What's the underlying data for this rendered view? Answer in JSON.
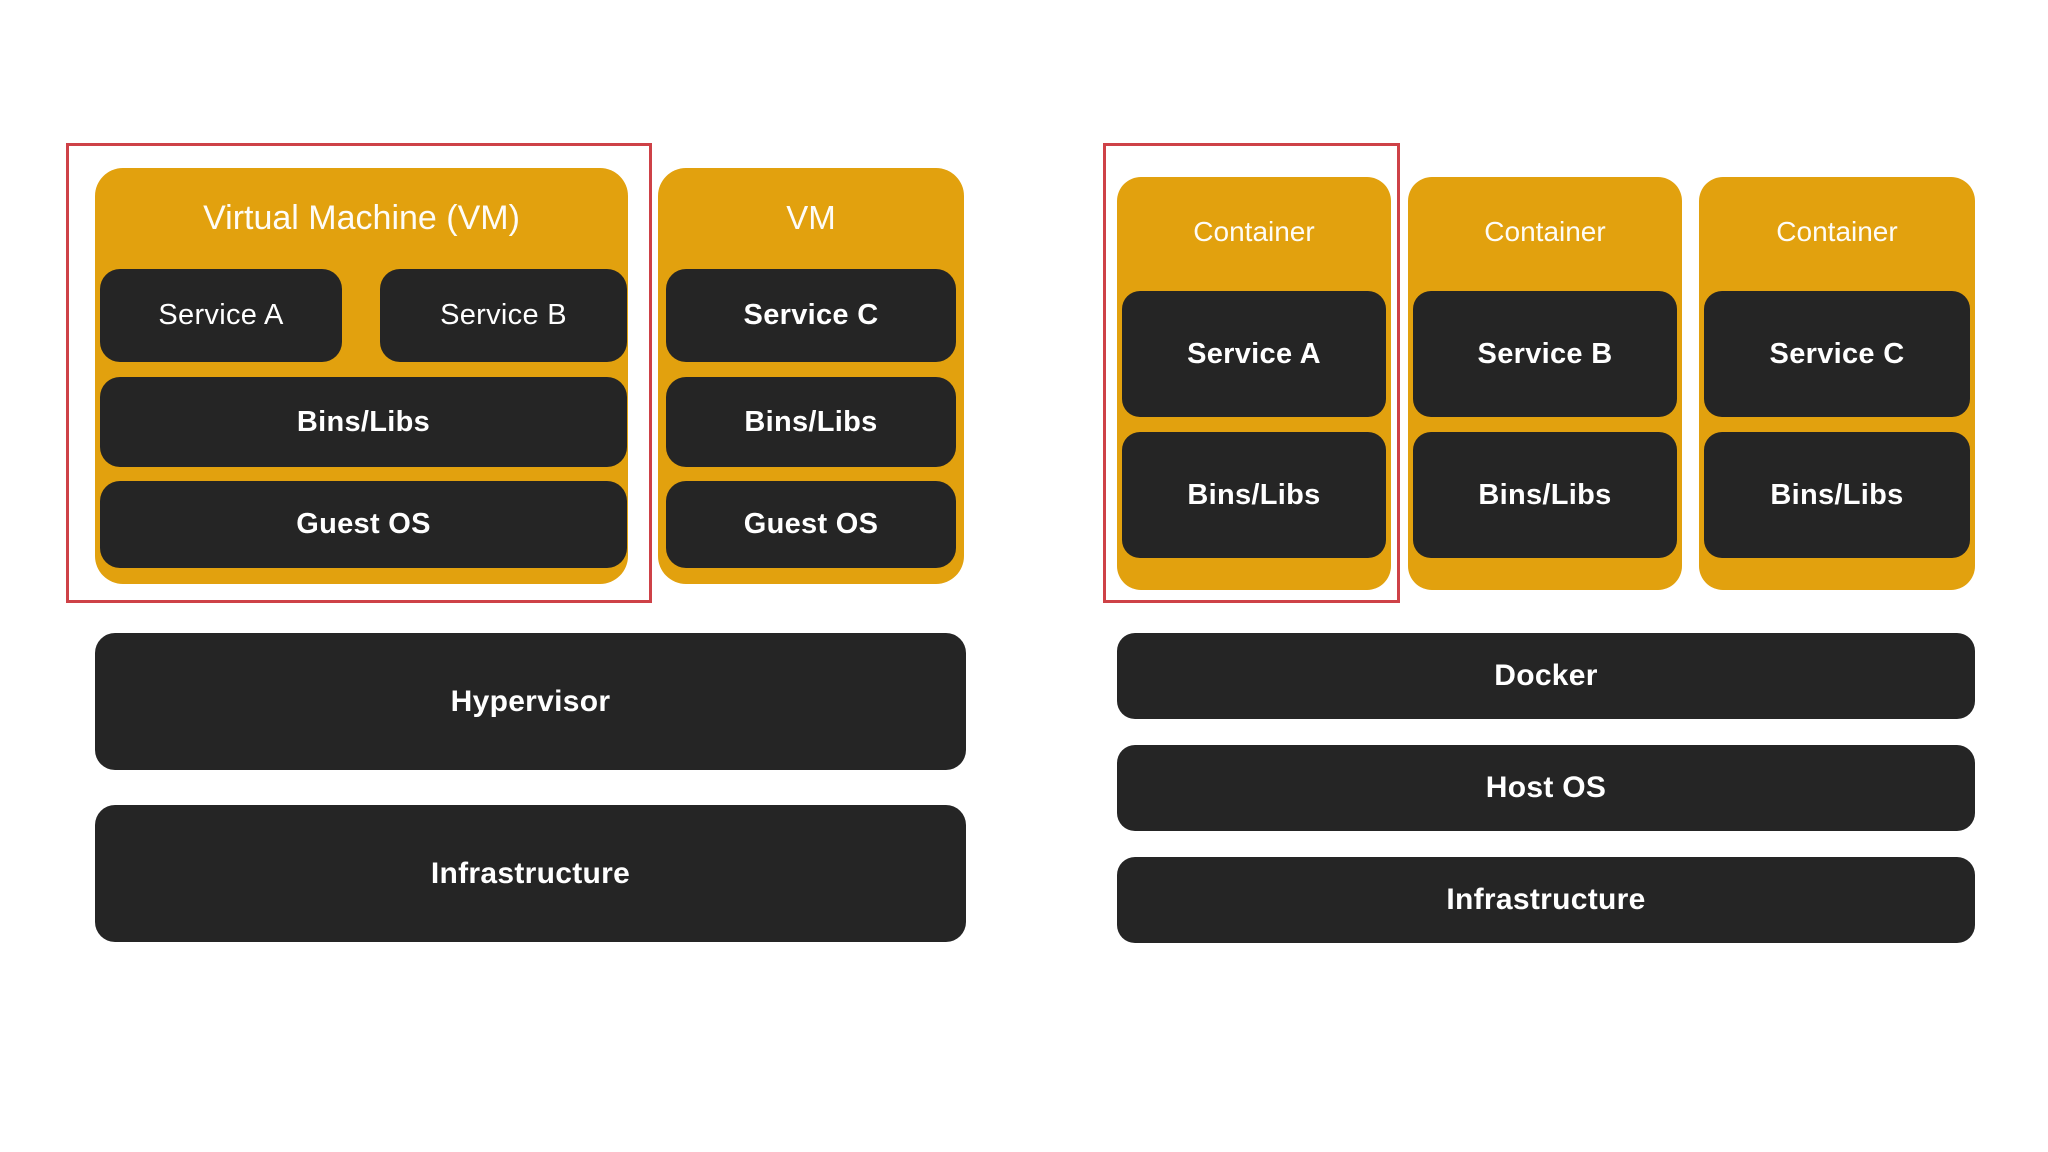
{
  "palette": {
    "background": "#ffffff",
    "orange": "#e2a10e",
    "dark": "#252525",
    "highlight_red": "#ce4147",
    "text_light": "#ffffff"
  },
  "left": {
    "vm_large": {
      "title": "Virtual Machine (VM)",
      "service_a": "Service A",
      "service_b": "Service B",
      "bins": "Bins/Libs",
      "guest_os": "Guest OS"
    },
    "vm_small": {
      "title": "VM",
      "service_c": "Service C",
      "bins": "Bins/Libs",
      "guest_os": "Guest OS"
    },
    "hypervisor": "Hypervisor",
    "infrastructure": "Infrastructure"
  },
  "right": {
    "containers": [
      {
        "title": "Container",
        "service": "Service A",
        "bins": "Bins/Libs"
      },
      {
        "title": "Container",
        "service": "Service B",
        "bins": "Bins/Libs"
      },
      {
        "title": "Container",
        "service": "Service C",
        "bins": "Bins/Libs"
      }
    ],
    "docker": "Docker",
    "host_os": "Host OS",
    "infrastructure": "Infrastructure"
  }
}
